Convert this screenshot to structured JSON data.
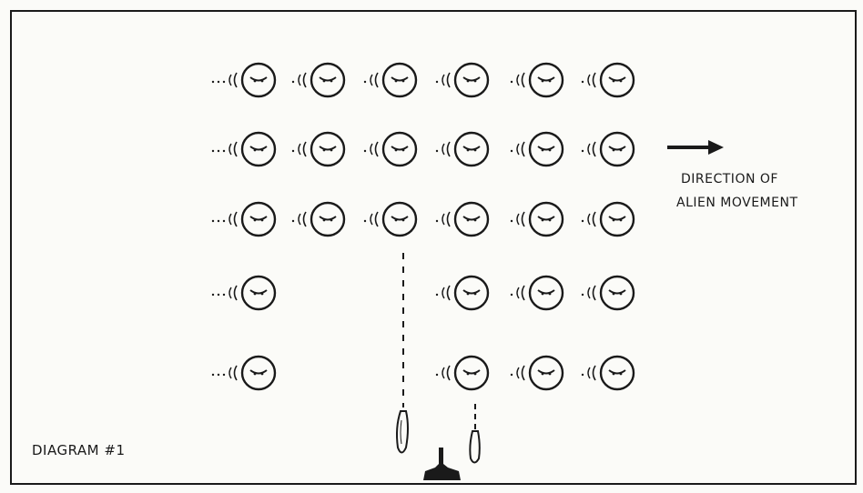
{
  "diagram": {
    "label": "DIAGRAM #1",
    "direction_text_line1": "DIRECTION OF",
    "direction_text_line2": "ALIEN MOVEMENT",
    "ink_color": "#1a1a1a",
    "paper_color": "#fbfbf8",
    "alien_rows": [
      [
        1,
        1,
        1,
        1,
        1,
        1
      ],
      [
        1,
        1,
        1,
        1,
        1,
        1
      ],
      [
        1,
        1,
        1,
        1,
        1,
        1
      ],
      [
        1,
        0,
        0,
        1,
        1,
        1
      ],
      [
        1,
        0,
        0,
        1,
        1,
        1
      ]
    ],
    "icons": {
      "alien": "alien-face-icon",
      "motion": "motion-lines-icon",
      "arrow": "direction-arrow-icon",
      "cannon": "laser-cannon-icon",
      "missile": "missile-icon"
    }
  }
}
